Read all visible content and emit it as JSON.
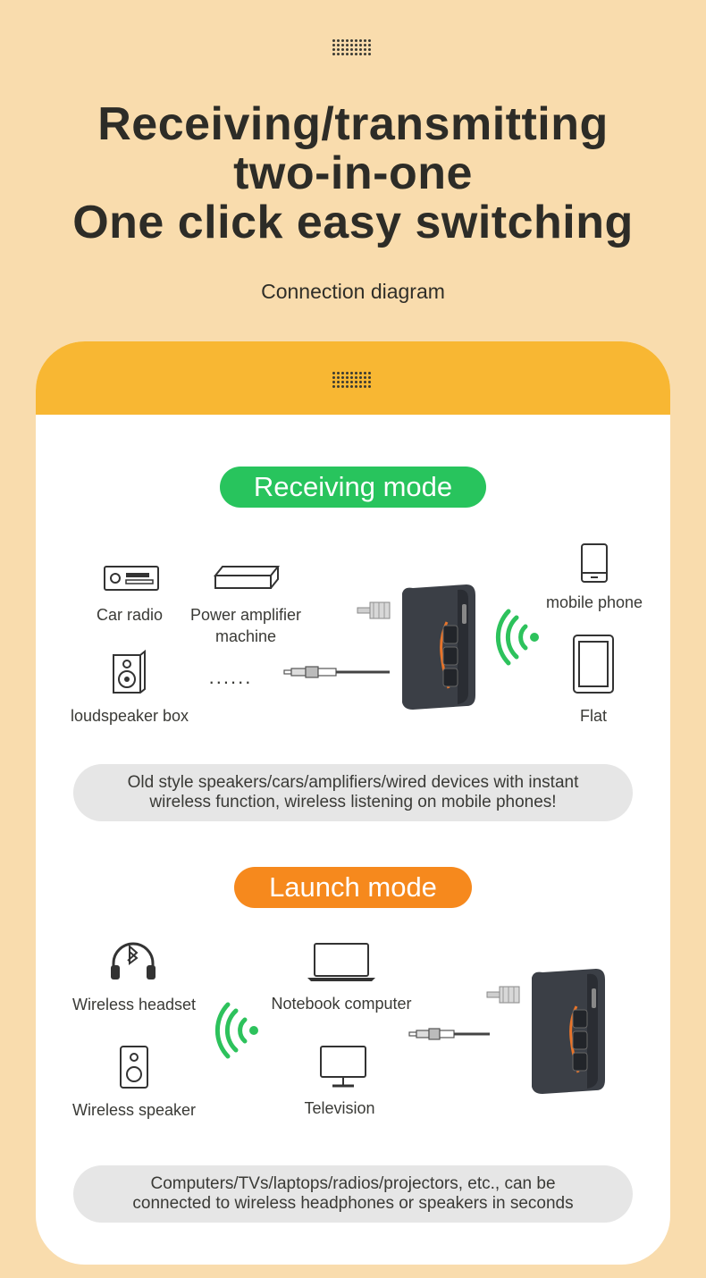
{
  "hero": {
    "title_line1": "Receiving/transmitting",
    "title_line2": "two-in-one",
    "title_line3": "One click easy switching",
    "subtitle": "Connection diagram"
  },
  "receiving": {
    "pill_label": "Receiving mode",
    "devices": {
      "car_radio": "Car radio",
      "amp_line1": "Power amplifier",
      "amp_line2": "machine",
      "speaker_box": "loudspeaker box",
      "dots": "......",
      "mobile_phone": "mobile phone",
      "flat": "Flat"
    },
    "note_line1": "Old style speakers/cars/amplifiers/wired devices with instant",
    "note_line2": "wireless function, wireless listening on mobile phones!"
  },
  "launch": {
    "pill_label": "Launch mode",
    "devices": {
      "headset": "Wireless headset",
      "notebook": "Notebook computer",
      "speaker": "Wireless speaker",
      "television": "Television"
    },
    "note_line1": "Computers/TVs/laptops/radios/projectors, etc., can be",
    "note_line2": "connected to wireless headphones or speakers in seconds"
  },
  "colors": {
    "background": "#f9dcad",
    "header": "#f8b733",
    "receiving_pill": "#28c45d",
    "launch_pill": "#f6891d",
    "wireless_waves": "#2dc25c",
    "device_accent": "#e8742a"
  },
  "icons": [
    "dot-grid-icon",
    "car-radio-icon",
    "power-amplifier-icon",
    "loudspeaker-icon",
    "mobile-phone-icon",
    "tablet-icon",
    "wireless-signal-icon",
    "headphones-icon",
    "bluetooth-icon",
    "speaker-icon",
    "laptop-icon",
    "television-icon",
    "audio-cable-icon",
    "bluetooth-adapter-icon"
  ]
}
